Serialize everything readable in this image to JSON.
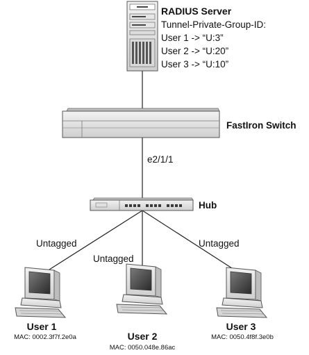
{
  "radius": {
    "title": "RADIUS Server",
    "lines": [
      "Tunnel-Private-Group-ID:",
      "User 1 -> “U:3”",
      "User 2 -> “U:20”",
      "User 3 -> “U:10”"
    ]
  },
  "switch": {
    "label": "FastIron Switch",
    "port": "e2/1/1"
  },
  "hub": {
    "label": "Hub"
  },
  "links": {
    "untagged": "Untagged"
  },
  "users": [
    {
      "name": "User 1",
      "mac": "MAC: 0002.3f7f.2e0a"
    },
    {
      "name": "User 2",
      "mac": "MAC: 0050.048e.86ac"
    },
    {
      "name": "User 3",
      "mac": "MAC: 0050.4f8f.3e0b"
    }
  ]
}
